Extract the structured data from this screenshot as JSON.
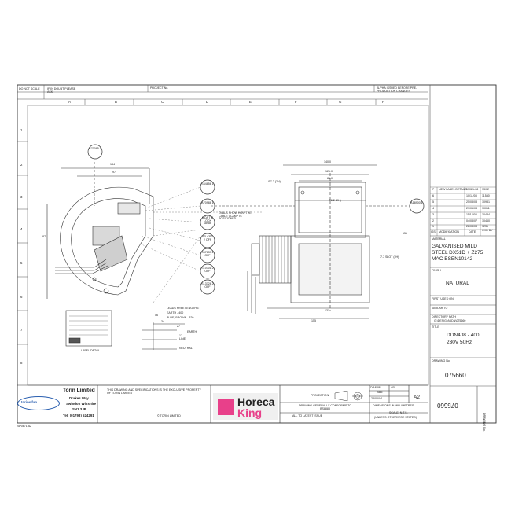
{
  "header": {
    "do_not_scale": "DO NOT SCALE",
    "if_in_doubt": "IF IN DOUBT PLEASE ASK",
    "project_no_label": "PROJECT No.",
    "alpha_issue": "ALPHA ISSUED BEFORE PRE-PRODUCTION CHANGES"
  },
  "grid": {
    "columns": [
      "A",
      "B",
      "C",
      "D",
      "E",
      "F",
      "G",
      "H"
    ],
    "rows": [
      "1",
      "2",
      "3",
      "4",
      "5",
      "6",
      "7",
      "8"
    ]
  },
  "dimensions": {
    "d184": "184",
    "d97": "97",
    "d87": "87",
    "d140": "140.0",
    "d121": "121.0",
    "d81": "81.0",
    "d7_2": "Ø7.2 (2H)",
    "d6_2": "Ø6.2 (2H)",
    "d7_7": "7.7 SLOT (2H)",
    "d131": "131",
    "d155": "155",
    "d151": "151",
    "d34": "34",
    "d56": "56",
    "d27": "27",
    "d17": "17"
  },
  "balloons": [
    {
      "text": "S70085 1"
    },
    {
      "text": "S64856 1"
    },
    {
      "text": "A70988 1"
    },
    {
      "text": "MOA TIE LOCK 18986"
    },
    {
      "text": "VELCRO 2 OFF"
    },
    {
      "text": "S67837 2 OFF"
    },
    {
      "text": "S10701 2 OFF"
    },
    {
      "text": "S13728 2 OFF"
    },
    {
      "text": "A18900 1"
    }
  ],
  "notes": {
    "lead_free": "LEADS FREE LENGTHS:",
    "earth": "EARTH - 400",
    "blue_brown": "BLUE, BROWN - 320",
    "label_detail": "LABEL DETAIL",
    "lead_earth": "EARTH",
    "lead_line": "LINE",
    "lead_neutral": "NEUTRAL",
    "ovals_note": "OVALS SHOW HOW THE CABLE CLAMP IS POSITIONED"
  },
  "revisions": [
    {
      "rev": "7",
      "desc": "NEW LABEL DETAILS",
      "ref": "13021-08",
      "date": "13/02"
    },
    {
      "rev": "6",
      "desc": "",
      "ref": "10/11/08",
      "date": "11540"
    },
    {
      "rev": "5",
      "desc": "",
      "ref": "25/03/08",
      "date": "10931"
    },
    {
      "rev": "4",
      "desc": "",
      "ref": "21/05/08",
      "date": "10011"
    },
    {
      "rev": "3",
      "desc": "",
      "ref": "11/12/08",
      "date": "10484"
    },
    {
      "rev": "2",
      "desc": "",
      "ref": "04/03/07",
      "date": "10460"
    },
    {
      "rev": "1",
      "desc": "",
      "ref": "22/08/08",
      "date": "1231"
    }
  ],
  "revision_header": {
    "iss": "ISS",
    "modification": "MODIFICATION",
    "date": "DATE",
    "chd": "CHD BY"
  },
  "right_panel": {
    "material_label": "MATERIAL",
    "material": "GALVANISED MILD STEEL DX51D + Z275 MAC BSEN10142",
    "finish_label": "FINISH",
    "finish": "NATURAL",
    "first_used_label": "FIRST USED ON",
    "similar_to_label": "SIMILAR TO",
    "directory_label": "DIRECTORY PATH",
    "directory": "G:\\DESIGN\\DDN\\075660",
    "title_label": "TITLE",
    "title_1": "DDN408 - 400",
    "title_2": "230V 50Hz",
    "drawing_no_label": "DRAWING No.",
    "drawing_no": "075660"
  },
  "title_block": {
    "company": "Torin Limited",
    "addr_1": "Drakes Way",
    "addr_2": "Swindon Wiltshire",
    "addr_3": "SN3 3JB",
    "tel": "Tel: (01793) 524291",
    "brand": "torinsifan",
    "copyright": "THIS DRAWING AND SPECIFICATIONS IS THE EXCLUSIVE PROPERTY OF TORIN LIMITED",
    "copyright_short": "© TORIN LIMITED",
    "logo_1": "Horeca",
    "logo_2": "King",
    "projection_label": "PROJECTION",
    "drawn_label": "DRAWN",
    "drawn": "GC",
    "app_label": "AP",
    "size": "A2",
    "date_short": "23/06/04",
    "drawing_generally": "DRAWING GENERALLY CONFORMS TO BS8888",
    "dimensions_mm": "DIMENSIONS IN MILLIMETRES",
    "scale": "SCALE: N.T.S.",
    "all_latest": "ALL TO LATEST ISSUE",
    "tolerances": "(UNLESS OTHERWISE STATED)",
    "drawing_no_rot": "075660",
    "drawing_no_side": "DRAWING No.",
    "sheet_code": "SP0871 A2"
  }
}
